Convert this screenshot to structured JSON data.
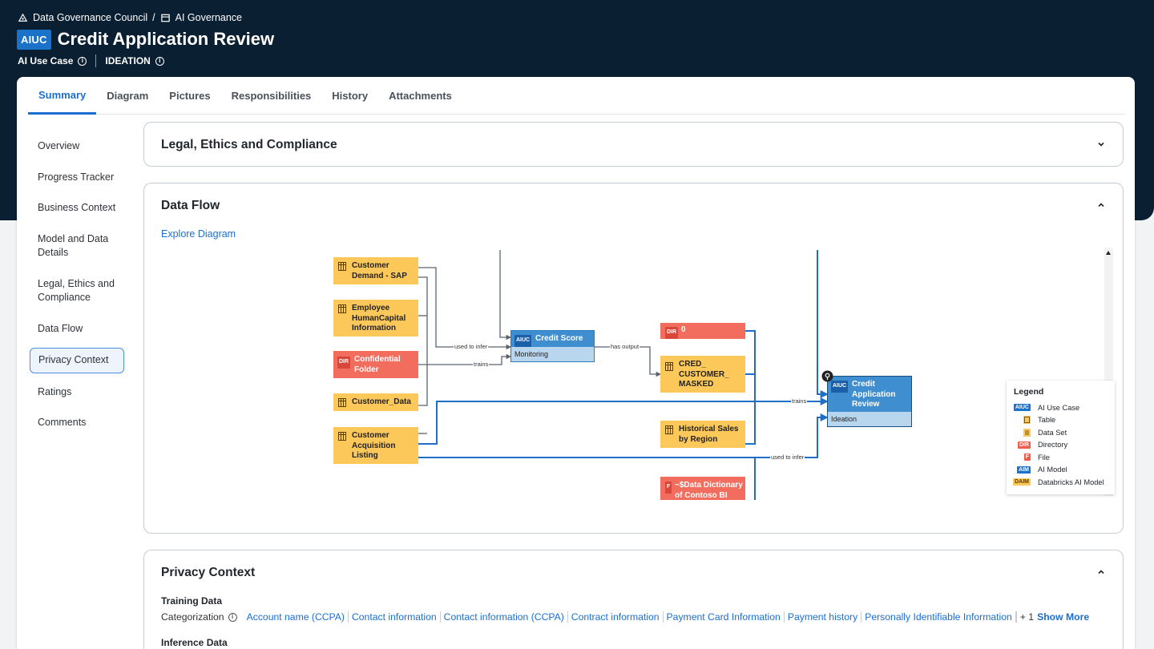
{
  "breadcrumb": {
    "parent": "Data Governance Council",
    "separator": "/",
    "current": "AI Governance"
  },
  "header": {
    "badge": "AIUC",
    "title": "Credit Application Review",
    "type_label": "AI Use Case",
    "status": "IDEATION"
  },
  "tabs": [
    "Summary",
    "Diagram",
    "Pictures",
    "Responsibilities",
    "History",
    "Attachments"
  ],
  "active_tab": "Summary",
  "sidenav": [
    "Overview",
    "Progress Tracker",
    "Business Context",
    "Model and Data Details",
    "Legal, Ethics and Compliance",
    "Data Flow",
    "Privacy Context",
    "Ratings",
    "Comments"
  ],
  "active_nav": "Privacy Context",
  "panels": {
    "legal": {
      "title": "Legal, Ethics and Compliance"
    },
    "dataflow": {
      "title": "Data Flow",
      "explore_link": "Explore Diagram"
    },
    "privacy": {
      "title": "Privacy Context",
      "training_label": "Training Data",
      "categorization_label": "Categorization",
      "categories": [
        "Account name (CCPA)",
        "Contact information",
        "Contact information (CCPA)",
        "Contract information",
        "Payment Card Information",
        "Payment history",
        "Personally Identifiable Information"
      ],
      "more": "+ 1",
      "show_more": "Show More",
      "inference_label": "Inference Data"
    }
  },
  "diagram": {
    "nodes": {
      "customer_demand": "Customer Demand - SAP",
      "employee": "Employee HumanCapital Information",
      "confidential": "Confidential Folder",
      "customer_data": "Customer_Data",
      "customer_acq": "Customer Acquisition Listing",
      "credit_score": "Credit Score",
      "credit_score_status": "Monitoring",
      "dir0": "0",
      "cred_masked": "CRED_ CUSTOMER_ MASKED",
      "hist_sales": "Historical Sales by Region",
      "data_dict": "~$Data Dictionary of Contoso BI",
      "credit_app": "Credit Application Review",
      "credit_app_status": "Ideation"
    },
    "edge_labels": {
      "used_to_infer": "used to infer",
      "trains": "trains",
      "has_output": "has output"
    },
    "tags": {
      "aiuc": "AIUC",
      "dir": "DIR",
      "file": "F",
      "aim": "AIM",
      "daim": "DAIM"
    },
    "legend": {
      "title": "Legend",
      "items": [
        "AI Use Case",
        "Table",
        "Data Set",
        "Directory",
        "File",
        "AI Model",
        "Databricks AI Model"
      ]
    },
    "colors": {
      "ai_use_case": "#3f8fd0",
      "data_set": "#fdc85a",
      "directory": "#f26d5e",
      "edge_blue": "#1f6fc7",
      "edge_gray": "#5a6470"
    }
  }
}
